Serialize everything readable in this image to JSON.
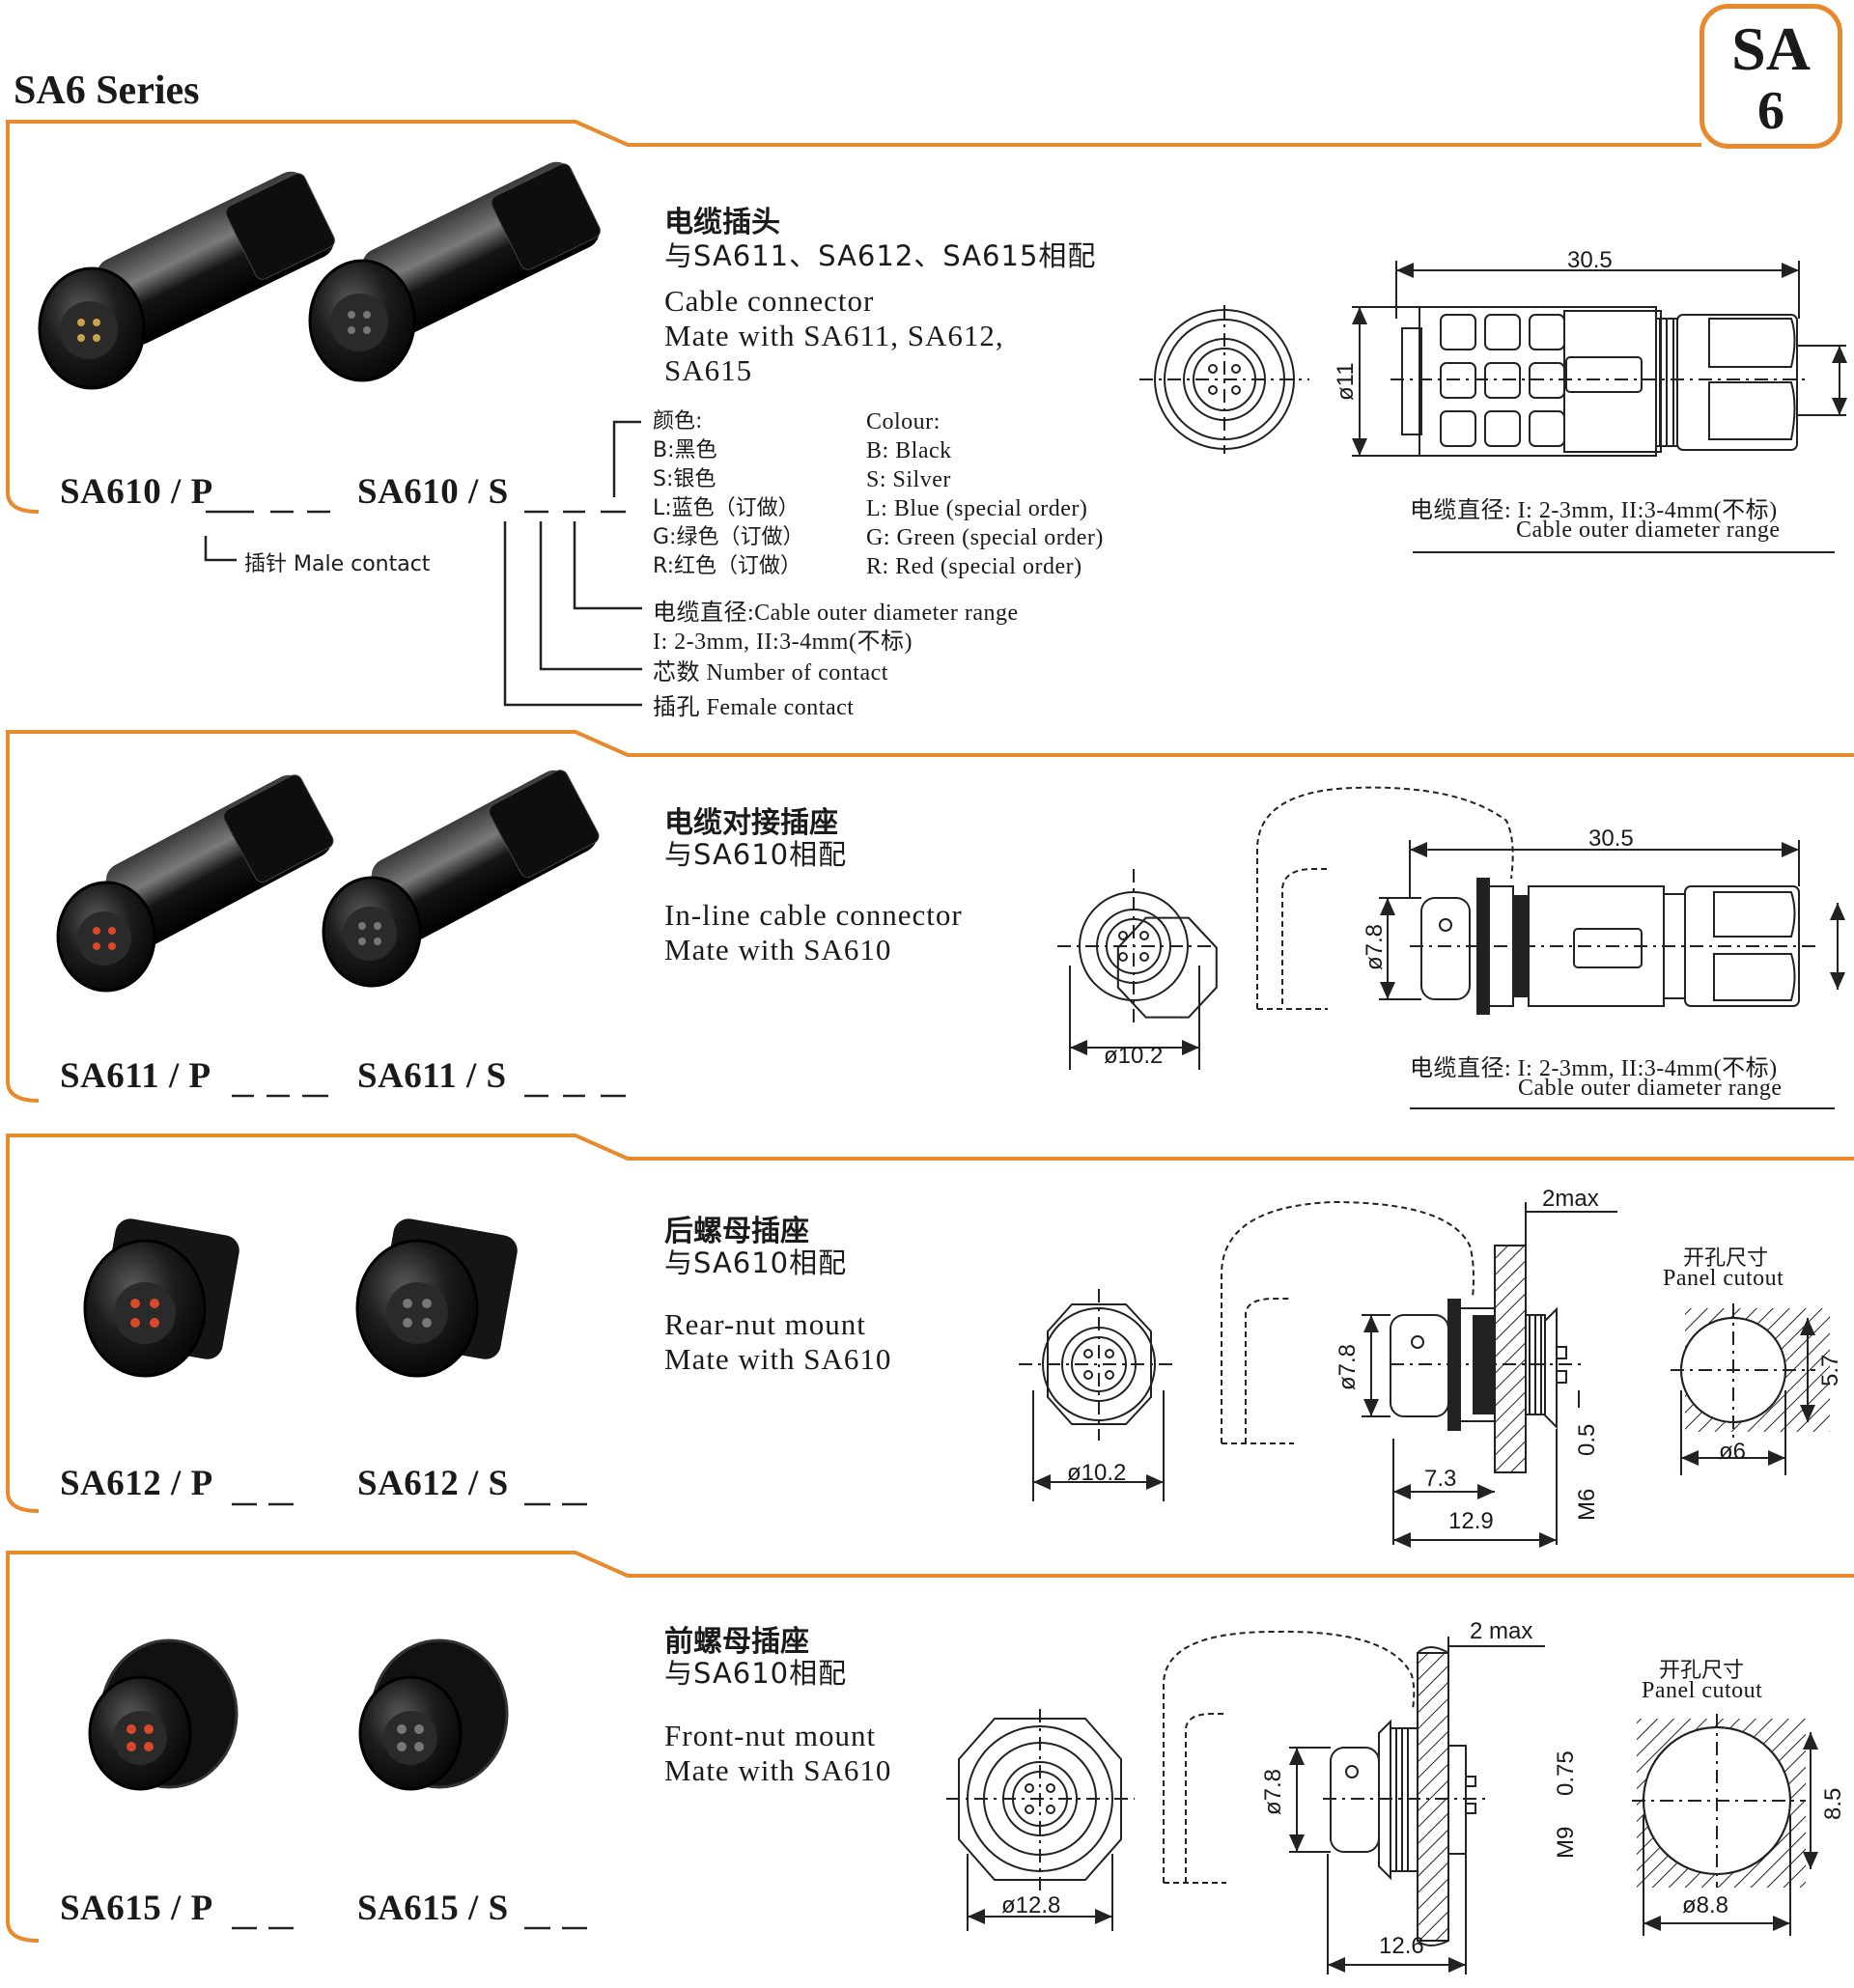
{
  "page": {
    "series_title": "SA6 Series",
    "badge": {
      "line1": "SA",
      "line2": "6"
    },
    "accent_color": "#e8892b"
  },
  "sections": [
    {
      "id": "sa610",
      "heading_cn": "电缆插头",
      "mate_cn": "与SA611、SA612、SA615相配",
      "desc_en_1": "Cable connector",
      "desc_en_2": "Mate with SA611, SA612,",
      "desc_en_3": "SA615",
      "code_p": "SA610 / P",
      "code_s": "SA610 / S",
      "male_contact_label": "插针 Male contact",
      "colour_heading_cn": "颜色:",
      "colour_heading_en": "Colour:",
      "colours_cn": [
        "B:黑色",
        "S:银色",
        "L:蓝色（订做）",
        "G:绿色（订做）",
        "R:红色（订做）"
      ],
      "colours_en": [
        "B: Black",
        "S: Silver",
        "L: Blue   (special order)",
        "G: Green (special order)",
        "R: Red     (special order)"
      ],
      "cable_range_label": "电缆直径:Cable outer  diameter range",
      "cable_range_values": "I: 2-3mm, II:3-4mm(不标)",
      "contacts_label": "芯数 Number  of  contact",
      "female_contact_label": "插孔 Female  contact",
      "dims": {
        "length": "30.5",
        "diameter": "ø11"
      },
      "range_note_cn": "电缆直径: I: 2-3mm, II:3-4mm(不标)",
      "range_note_en": "Cable outer  diameter range"
    },
    {
      "id": "sa611",
      "heading_cn": "电缆对接插座",
      "mate_cn": "与SA610相配",
      "desc_en_1": "In-line cable connector",
      "desc_en_2": "Mate with SA610",
      "code_p": "SA611 / P",
      "code_s": "SA611 / S",
      "dims": {
        "length": "30.5",
        "diameter": "ø7.8",
        "front": "ø10.2"
      },
      "range_note_cn": "电缆直径: I: 2-3mm, II:3-4mm(不标)",
      "range_note_en": "Cable outer  diameter range"
    },
    {
      "id": "sa612",
      "heading_cn": "后螺母插座",
      "mate_cn": "与SA610相配",
      "desc_en_1": "Rear-nut mount",
      "desc_en_2": "Mate with SA610",
      "code_p": "SA612 / P",
      "code_s": "SA612 / S",
      "dims": {
        "max": "2max",
        "diameter": "ø7.8",
        "front": "ø10.2",
        "a": "7.3",
        "b": "12.9",
        "c": "0.5",
        "thread": "M6",
        "cutout_w": "ø6",
        "cutout_h": "5.7"
      },
      "cutout_cn": "开孔尺寸",
      "cutout_en": "Panel  cutout"
    },
    {
      "id": "sa615",
      "heading_cn": "前螺母插座",
      "mate_cn": "与SA610相配",
      "desc_en_1": "Front-nut mount",
      "desc_en_2": "Mate with SA610",
      "code_p": "SA615 / P",
      "code_s": "SA615 / S",
      "dims": {
        "max": "2 max",
        "diameter": "ø7.8",
        "front": "ø12.8",
        "a": "12.6",
        "c": "0.75",
        "thread": "M9",
        "cutout_w": "ø8.8",
        "cutout_h": "8.5"
      },
      "cutout_cn": "开孔尺寸",
      "cutout_en": "Panel cutout"
    }
  ]
}
